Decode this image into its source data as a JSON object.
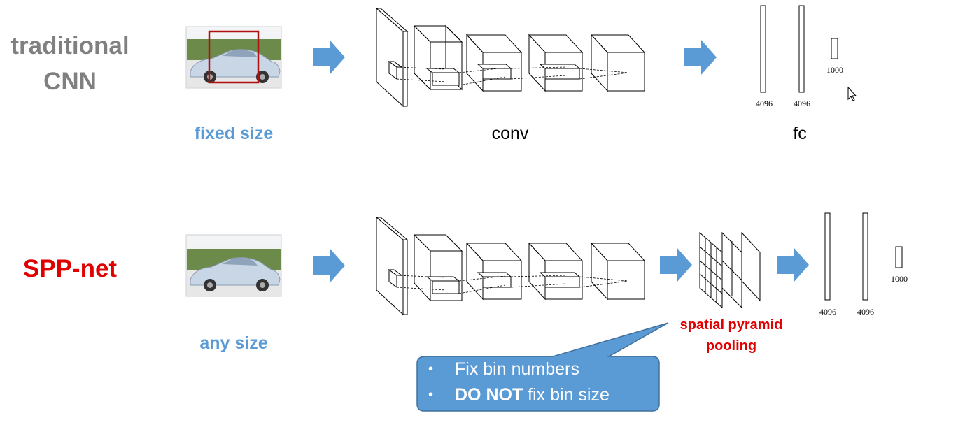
{
  "rows": {
    "traditional": {
      "title_line1": "traditional",
      "title_line2": "CNN",
      "input_label": "fixed size",
      "conv_label": "conv",
      "fc_label": "fc",
      "fc_dims": [
        "4096",
        "4096",
        "1000"
      ]
    },
    "spp": {
      "title": "SPP-net",
      "input_label": "any size",
      "spp_label_line1": "spatial pyramid",
      "spp_label_line2": "pooling",
      "fc_dims": [
        "4096",
        "4096",
        "1000"
      ]
    }
  },
  "callout": {
    "bullet1": "Fix bin numbers",
    "bullet2_bold": "DO NOT",
    "bullet2_rest": " fix bin size"
  },
  "colors": {
    "gray_title": "#808080",
    "blue_label": "#5b9bd5",
    "red": "#e00000",
    "arrow_blue": "#5b9bd5",
    "crop_box": "#b01010"
  },
  "icons": {
    "car_image": "car-photo-icon",
    "cursor": "mouse-pointer-icon"
  }
}
